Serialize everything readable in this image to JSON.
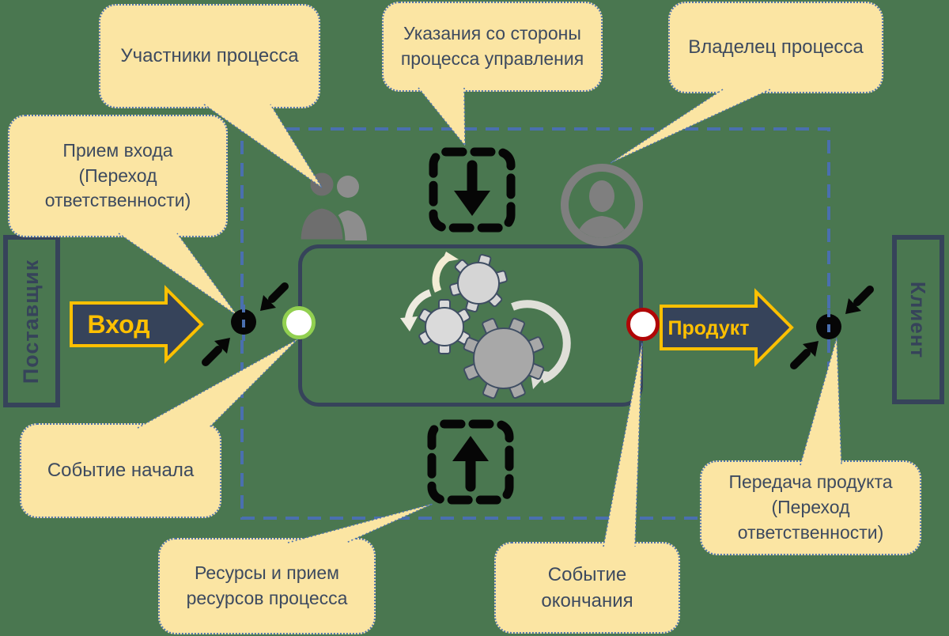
{
  "diagram_title": "Process boundaries diagram (SIPOC-style)",
  "callouts": {
    "participants": {
      "label": "Участники процесса"
    },
    "management": {
      "label": "Указания со стороны\nпроцесса управления"
    },
    "owner": {
      "label": "Владелец процесса"
    },
    "input_acceptance": {
      "label": "Прием входа\n(Переход\nответственности)"
    },
    "start_event": {
      "label": "Событие начала"
    },
    "resources": {
      "label": "Ресурсы и прием\nресурсов процесса"
    },
    "end_event": {
      "label": "Событие окончания"
    },
    "product_transfer": {
      "label": "Передача продукта\n(Переход\nответственности)"
    }
  },
  "actors": {
    "supplier": {
      "label": "Поставщик"
    },
    "client": {
      "label": "Клиент"
    }
  },
  "flows": {
    "input": {
      "label": "Вход"
    },
    "product": {
      "label": "Продукт"
    }
  },
  "icons": {
    "participants": "two-people-icon",
    "owner": "person-in-circle-icon",
    "management_input": "dashed-square-arrow-down-icon",
    "resources_input": "dashed-square-arrow-up-icon",
    "process_work": "gears-icon",
    "handoff": "black-dot-with-converging-arrows"
  },
  "colors": {
    "background": "#4a7750",
    "callout_fill": "#FBE5A3",
    "callout_border": "#4f74ad",
    "navy": "#36435a",
    "text_navy": "#3d4a5f",
    "gold": "#ffc000",
    "boundary_blue": "#4a6faf",
    "start_event_green": "#92d050",
    "end_event_red": "#b00606",
    "icon_gray": "#7f7f7f",
    "black": "#060606"
  }
}
